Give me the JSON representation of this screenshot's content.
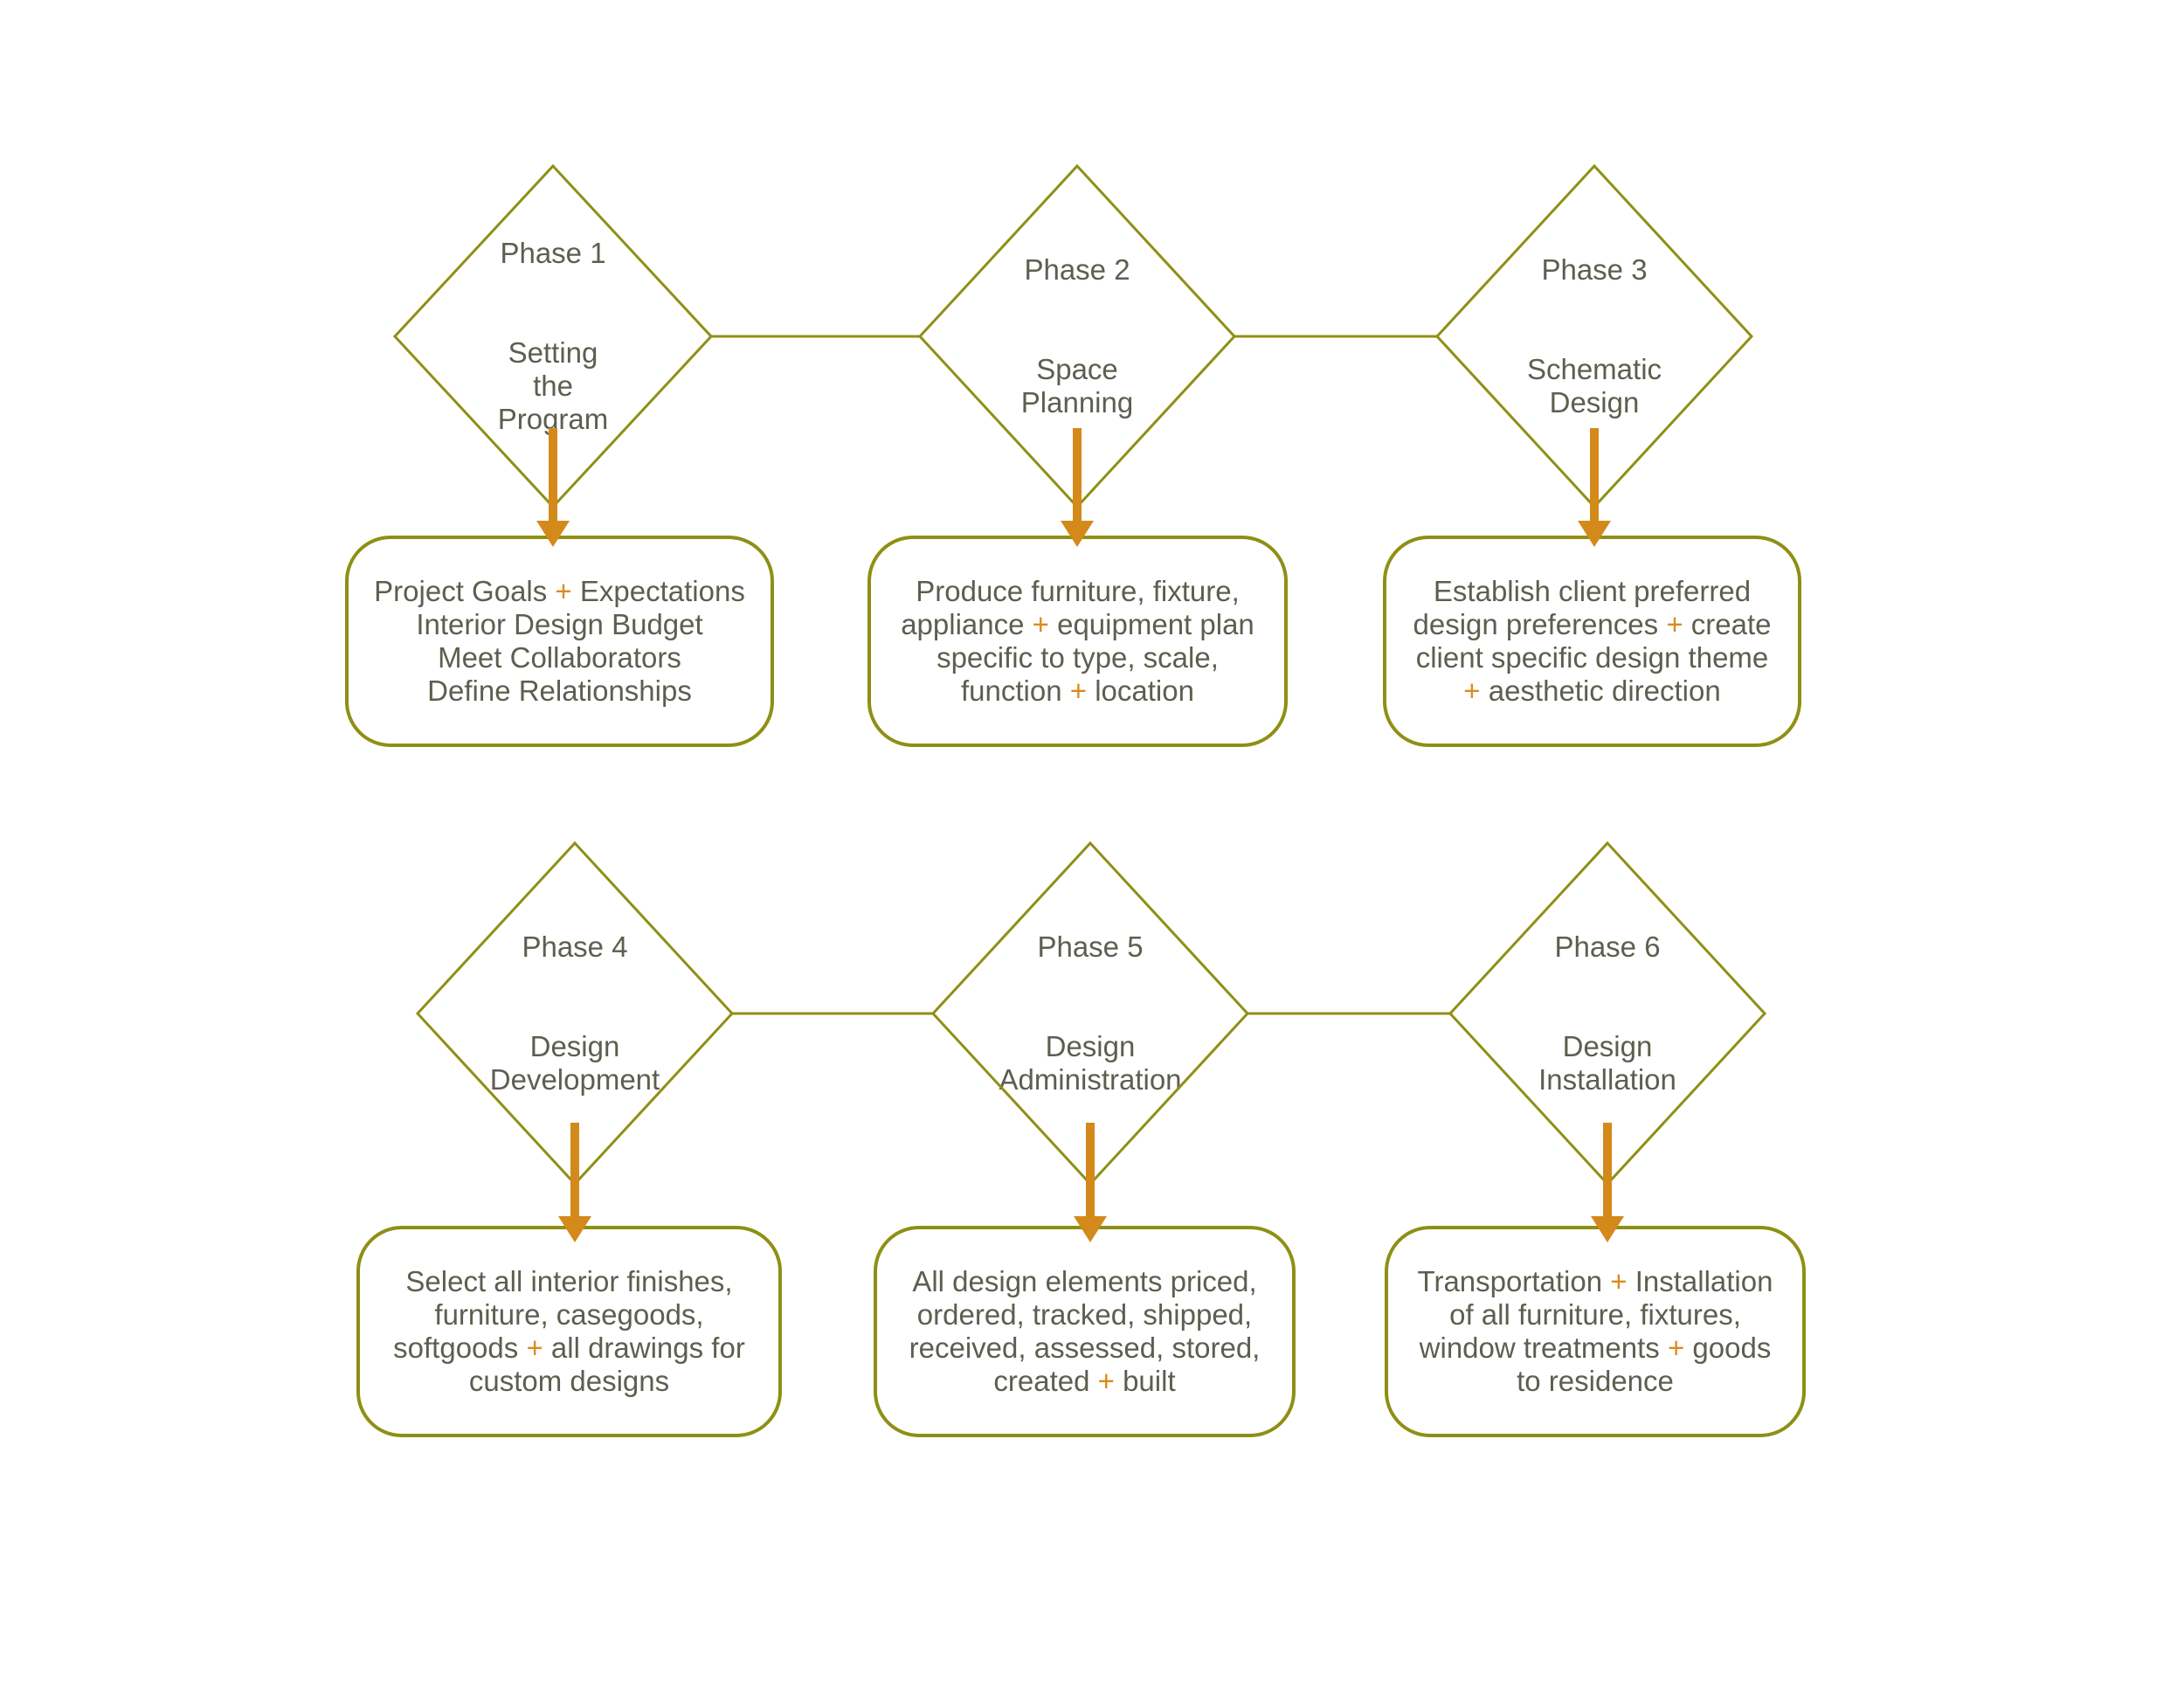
{
  "colors": {
    "line_olive": "#8f8f15",
    "arrow_orange": "#d4891b",
    "plus_orange": "#d98c1e",
    "text_gray": "#5e5e50",
    "background": "#ffffff"
  },
  "phases": [
    {
      "label": "Phase 1",
      "name": "Setting\nthe\nProgram"
    },
    {
      "label": "Phase 2",
      "name": "Space\nPlanning"
    },
    {
      "label": "Phase 3",
      "name": "Schematic\nDesign"
    },
    {
      "label": "Phase 4",
      "name": "Design\nDevelopment"
    },
    {
      "label": "Phase 5",
      "name": "Design\nAdministration"
    },
    {
      "label": "Phase 6",
      "name": "Design\nInstallation"
    }
  ],
  "boxes": [
    {
      "lines": [
        {
          "parts": [
            "Project Goals ",
            "+",
            " Expectations"
          ]
        },
        {
          "parts": [
            "Interior Design Budget"
          ]
        },
        {
          "parts": [
            "Meet Collaborators"
          ]
        },
        {
          "parts": [
            "Define Relationships"
          ]
        }
      ]
    },
    {
      "lines": [
        {
          "parts": [
            "Produce furniture, fixture,"
          ]
        },
        {
          "parts": [
            "appliance ",
            "+",
            " equipment plan"
          ]
        },
        {
          "parts": [
            "specific to type, scale,"
          ]
        },
        {
          "parts": [
            "function ",
            "+",
            " location"
          ]
        }
      ]
    },
    {
      "lines": [
        {
          "parts": [
            "Establish client preferred"
          ]
        },
        {
          "parts": [
            "design preferences ",
            "+",
            " create"
          ]
        },
        {
          "parts": [
            "client specific design theme"
          ]
        },
        {
          "parts": [
            "+",
            " aesthetic direction"
          ]
        }
      ]
    },
    {
      "lines": [
        {
          "parts": [
            "Select all interior finishes,"
          ]
        },
        {
          "parts": [
            "furniture, casegoods,"
          ]
        },
        {
          "parts": [
            "softgoods ",
            "+",
            " all drawings for"
          ]
        },
        {
          "parts": [
            "custom designs"
          ]
        }
      ]
    },
    {
      "lines": [
        {
          "parts": [
            "All design elements priced,"
          ]
        },
        {
          "parts": [
            "ordered, tracked, shipped,"
          ]
        },
        {
          "parts": [
            "received, assessed, stored,"
          ]
        },
        {
          "parts": [
            "created ",
            "+",
            " built"
          ]
        }
      ]
    },
    {
      "lines": [
        {
          "parts": [
            "Transportation ",
            "+",
            " Installation"
          ]
        },
        {
          "parts": [
            "of all furniture, fixtures,"
          ]
        },
        {
          "parts": [
            "window treatments ",
            "+",
            " goods"
          ]
        },
        {
          "parts": [
            "to residence"
          ]
        }
      ]
    }
  ]
}
